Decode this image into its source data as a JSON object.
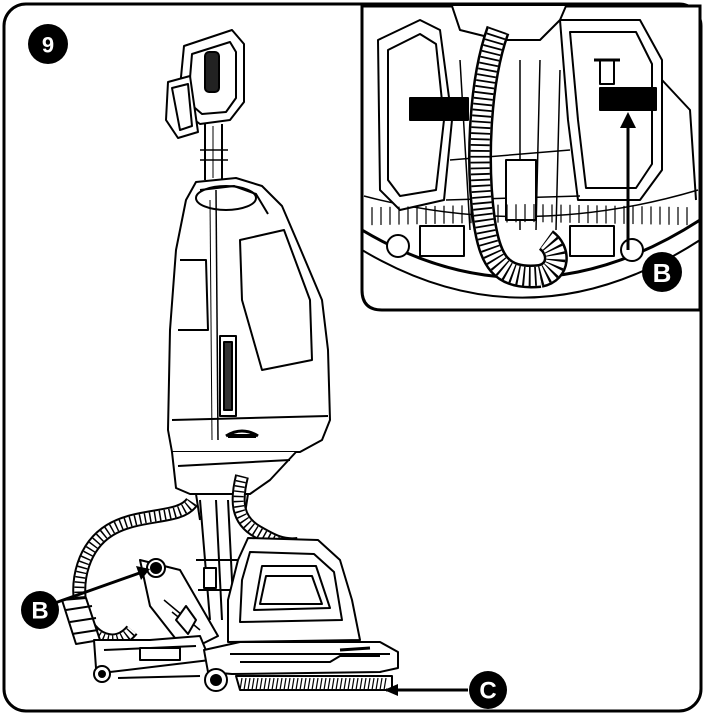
{
  "figure": {
    "step_number": "9",
    "labels": {
      "b_inset": "B",
      "b_side": "B",
      "c": "C"
    },
    "colors": {
      "ink": "#000000",
      "paper": "#ffffff",
      "fill_light": "#f2f2f2"
    }
  }
}
